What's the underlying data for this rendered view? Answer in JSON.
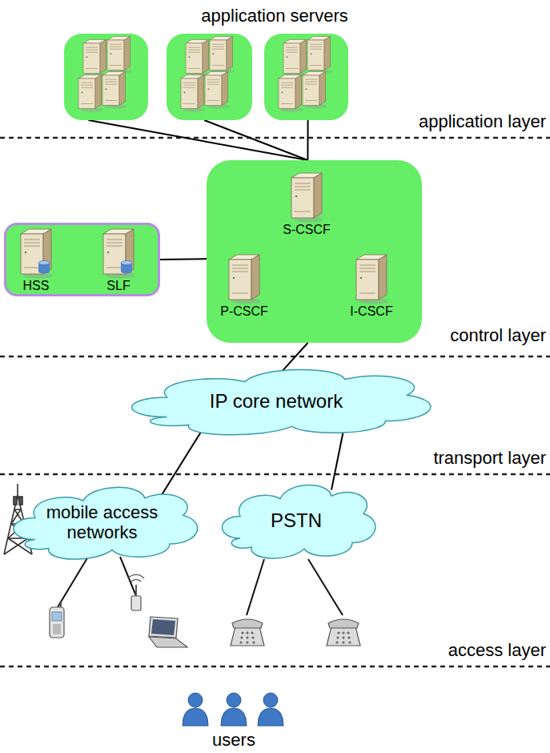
{
  "diagram": {
    "nodes": [
      {
        "text": []
      },
      {
        "text": []
      },
      {
        "text": []
      },
      {
        "text": []
      },
      {
        "text": [
          "HSS"
        ],
        "in": 3
      },
      {
        "text": [
          "SLF"
        ],
        "in": 3
      },
      {
        "text": []
      },
      {
        "text": [
          "S-CSCF"
        ],
        "in": 6
      },
      {
        "text": [
          "P-CSCF"
        ],
        "in": 6
      },
      {
        "text": [
          "I-CSCF"
        ],
        "in": 6
      },
      {
        "text": [
          "IP core network"
        ]
      },
      {
        "text": [
          "mobile access networks"
        ]
      },
      {
        "text": [
          "PSTN"
        ]
      }
    ],
    "edges": [
      {
        "from": 0,
        "to": 6,
        "arrow": "none"
      },
      {
        "from": 1,
        "to": 6,
        "arrow": "none"
      },
      {
        "from": 2,
        "to": 6,
        "arrow": "none"
      },
      {
        "from": 3,
        "to": 6,
        "arrow": "none"
      },
      {
        "from": 6,
        "to": 10,
        "arrow": "none"
      },
      {
        "from": 10,
        "to": 11,
        "arrow": "none"
      },
      {
        "from": 10,
        "to": 12,
        "arrow": "none"
      }
    ],
    "labels": [
      "application servers",
      "application layer",
      "control layer",
      "transport layer",
      "access layer",
      "users"
    ]
  }
}
